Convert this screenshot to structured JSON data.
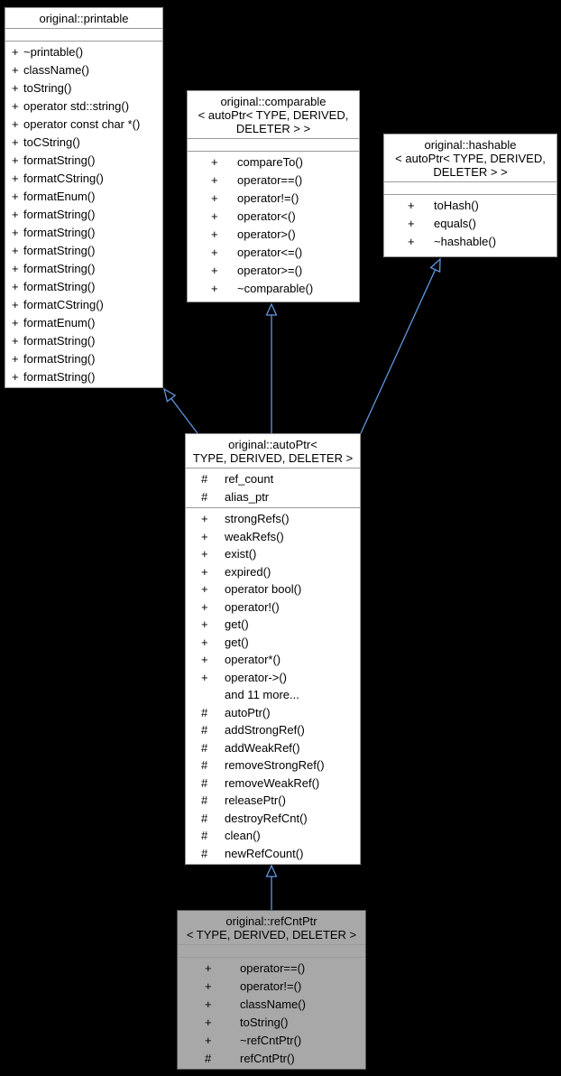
{
  "colors": {
    "background": "#000000",
    "box_background": "#ffffff",
    "current_box_background": "#a8a8a8",
    "box_border": "#9a9a9a",
    "text": "#000000",
    "edge": "#5f96e0"
  },
  "diagram_type": "uml-class-inheritance",
  "classes": {
    "printable": {
      "title_lines": [
        "original::printable"
      ],
      "attributes": [],
      "methods": [
        {
          "vis": "+",
          "name": "~printable()"
        },
        {
          "vis": "+",
          "name": "className()"
        },
        {
          "vis": "+",
          "name": "toString()"
        },
        {
          "vis": "+",
          "name": "operator std::string()"
        },
        {
          "vis": "+",
          "name": "operator const char *()"
        },
        {
          "vis": "+",
          "name": "toCString()"
        },
        {
          "vis": "+",
          "name": "formatString()"
        },
        {
          "vis": "+",
          "name": "formatCString()"
        },
        {
          "vis": "+",
          "name": "formatEnum()"
        },
        {
          "vis": "+",
          "name": "formatString()"
        },
        {
          "vis": "+",
          "name": "formatString()"
        },
        {
          "vis": "+",
          "name": "formatString()"
        },
        {
          "vis": "+",
          "name": "formatString()"
        },
        {
          "vis": "+",
          "name": "formatString()"
        },
        {
          "vis": "+",
          "name": "formatCString()"
        },
        {
          "vis": "+",
          "name": "formatEnum()"
        },
        {
          "vis": "+",
          "name": "formatString()"
        },
        {
          "vis": "+",
          "name": "formatString()"
        },
        {
          "vis": "+",
          "name": "formatString()"
        }
      ]
    },
    "comparable": {
      "title_lines": [
        "original::comparable",
        "< autoPtr< TYPE, DERIVED,",
        "DELETER > >"
      ],
      "attributes": [],
      "methods": [
        {
          "vis": "+",
          "name": "compareTo()"
        },
        {
          "vis": "+",
          "name": "operator==()"
        },
        {
          "vis": "+",
          "name": "operator!=()"
        },
        {
          "vis": "+",
          "name": "operator<()"
        },
        {
          "vis": "+",
          "name": "operator>()"
        },
        {
          "vis": "+",
          "name": "operator<=()"
        },
        {
          "vis": "+",
          "name": "operator>=()"
        },
        {
          "vis": "+",
          "name": "~comparable()"
        }
      ]
    },
    "hashable": {
      "title_lines": [
        "original::hashable",
        "< autoPtr< TYPE, DERIVED,",
        "DELETER > >"
      ],
      "attributes": [],
      "methods": [
        {
          "vis": "+",
          "name": "toHash()"
        },
        {
          "vis": "+",
          "name": "equals()"
        },
        {
          "vis": "+",
          "name": "~hashable()"
        }
      ]
    },
    "autoptr": {
      "title_lines": [
        "original::autoPtr<",
        "TYPE, DERIVED, DELETER >"
      ],
      "attributes": [
        {
          "vis": "#",
          "name": "ref_count"
        },
        {
          "vis": "#",
          "name": "alias_ptr"
        }
      ],
      "methods": [
        {
          "vis": "+",
          "name": "strongRefs()"
        },
        {
          "vis": "+",
          "name": "weakRefs()"
        },
        {
          "vis": "+",
          "name": "exist()"
        },
        {
          "vis": "+",
          "name": "expired()"
        },
        {
          "vis": "+",
          "name": "operator bool()"
        },
        {
          "vis": "+",
          "name": "operator!()"
        },
        {
          "vis": "+",
          "name": "get()"
        },
        {
          "vis": "+",
          "name": "get()"
        },
        {
          "vis": "+",
          "name": "operator*()"
        },
        {
          "vis": "+",
          "name": "operator->()"
        },
        {
          "vis": "",
          "name": "and 11 more..."
        },
        {
          "vis": "#",
          "name": "autoPtr()"
        },
        {
          "vis": "#",
          "name": "addStrongRef()"
        },
        {
          "vis": "#",
          "name": "addWeakRef()"
        },
        {
          "vis": "#",
          "name": "removeStrongRef()"
        },
        {
          "vis": "#",
          "name": "removeWeakRef()"
        },
        {
          "vis": "#",
          "name": "releasePtr()"
        },
        {
          "vis": "#",
          "name": "destroyRefCnt()"
        },
        {
          "vis": "#",
          "name": "clean()"
        },
        {
          "vis": "#",
          "name": "newRefCount()"
        }
      ]
    },
    "refcntptr": {
      "title_lines": [
        "original::refCntPtr",
        "< TYPE, DERIVED, DELETER >"
      ],
      "attributes": [],
      "methods": [
        {
          "vis": "+",
          "name": "operator==()"
        },
        {
          "vis": "+",
          "name": "operator!=()"
        },
        {
          "vis": "+",
          "name": "className()"
        },
        {
          "vis": "+",
          "name": "toString()"
        },
        {
          "vis": "+",
          "name": "~refCntPtr()"
        },
        {
          "vis": "#",
          "name": "refCntPtr()"
        }
      ]
    }
  }
}
